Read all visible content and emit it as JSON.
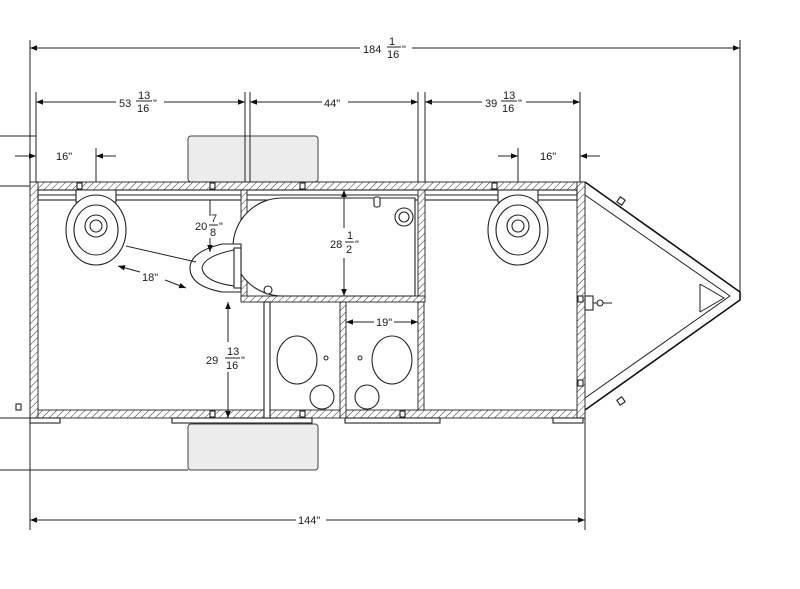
{
  "dimensions": {
    "overall_length": {
      "whole": "184",
      "num": "1",
      "den": "16",
      "unit": "\""
    },
    "left_room_width": {
      "whole": "53",
      "num": "13",
      "den": "16",
      "unit": "\""
    },
    "center_room_width": "44\"",
    "right_room_width": {
      "whole": "39",
      "num": "13",
      "den": "16",
      "unit": "\""
    },
    "left_toilet_offset": "16\"",
    "right_toilet_offset": "16\"",
    "urinal_depth": {
      "whole": "20",
      "num": "7",
      "den": "8",
      "unit": "\""
    },
    "urinal_clearance": "18\"",
    "tub_height": {
      "whole": "28",
      "num": "1",
      "den": "2",
      "unit": "\""
    },
    "sink_cabinet_width": "19\"",
    "sink_cabinet_depth": {
      "whole": "29",
      "num": "13",
      "den": "16",
      "unit": "\""
    },
    "box_length": "144\""
  },
  "colors": {
    "line": "#222222",
    "wheel": "#ececec",
    "background": "#ffffff"
  }
}
